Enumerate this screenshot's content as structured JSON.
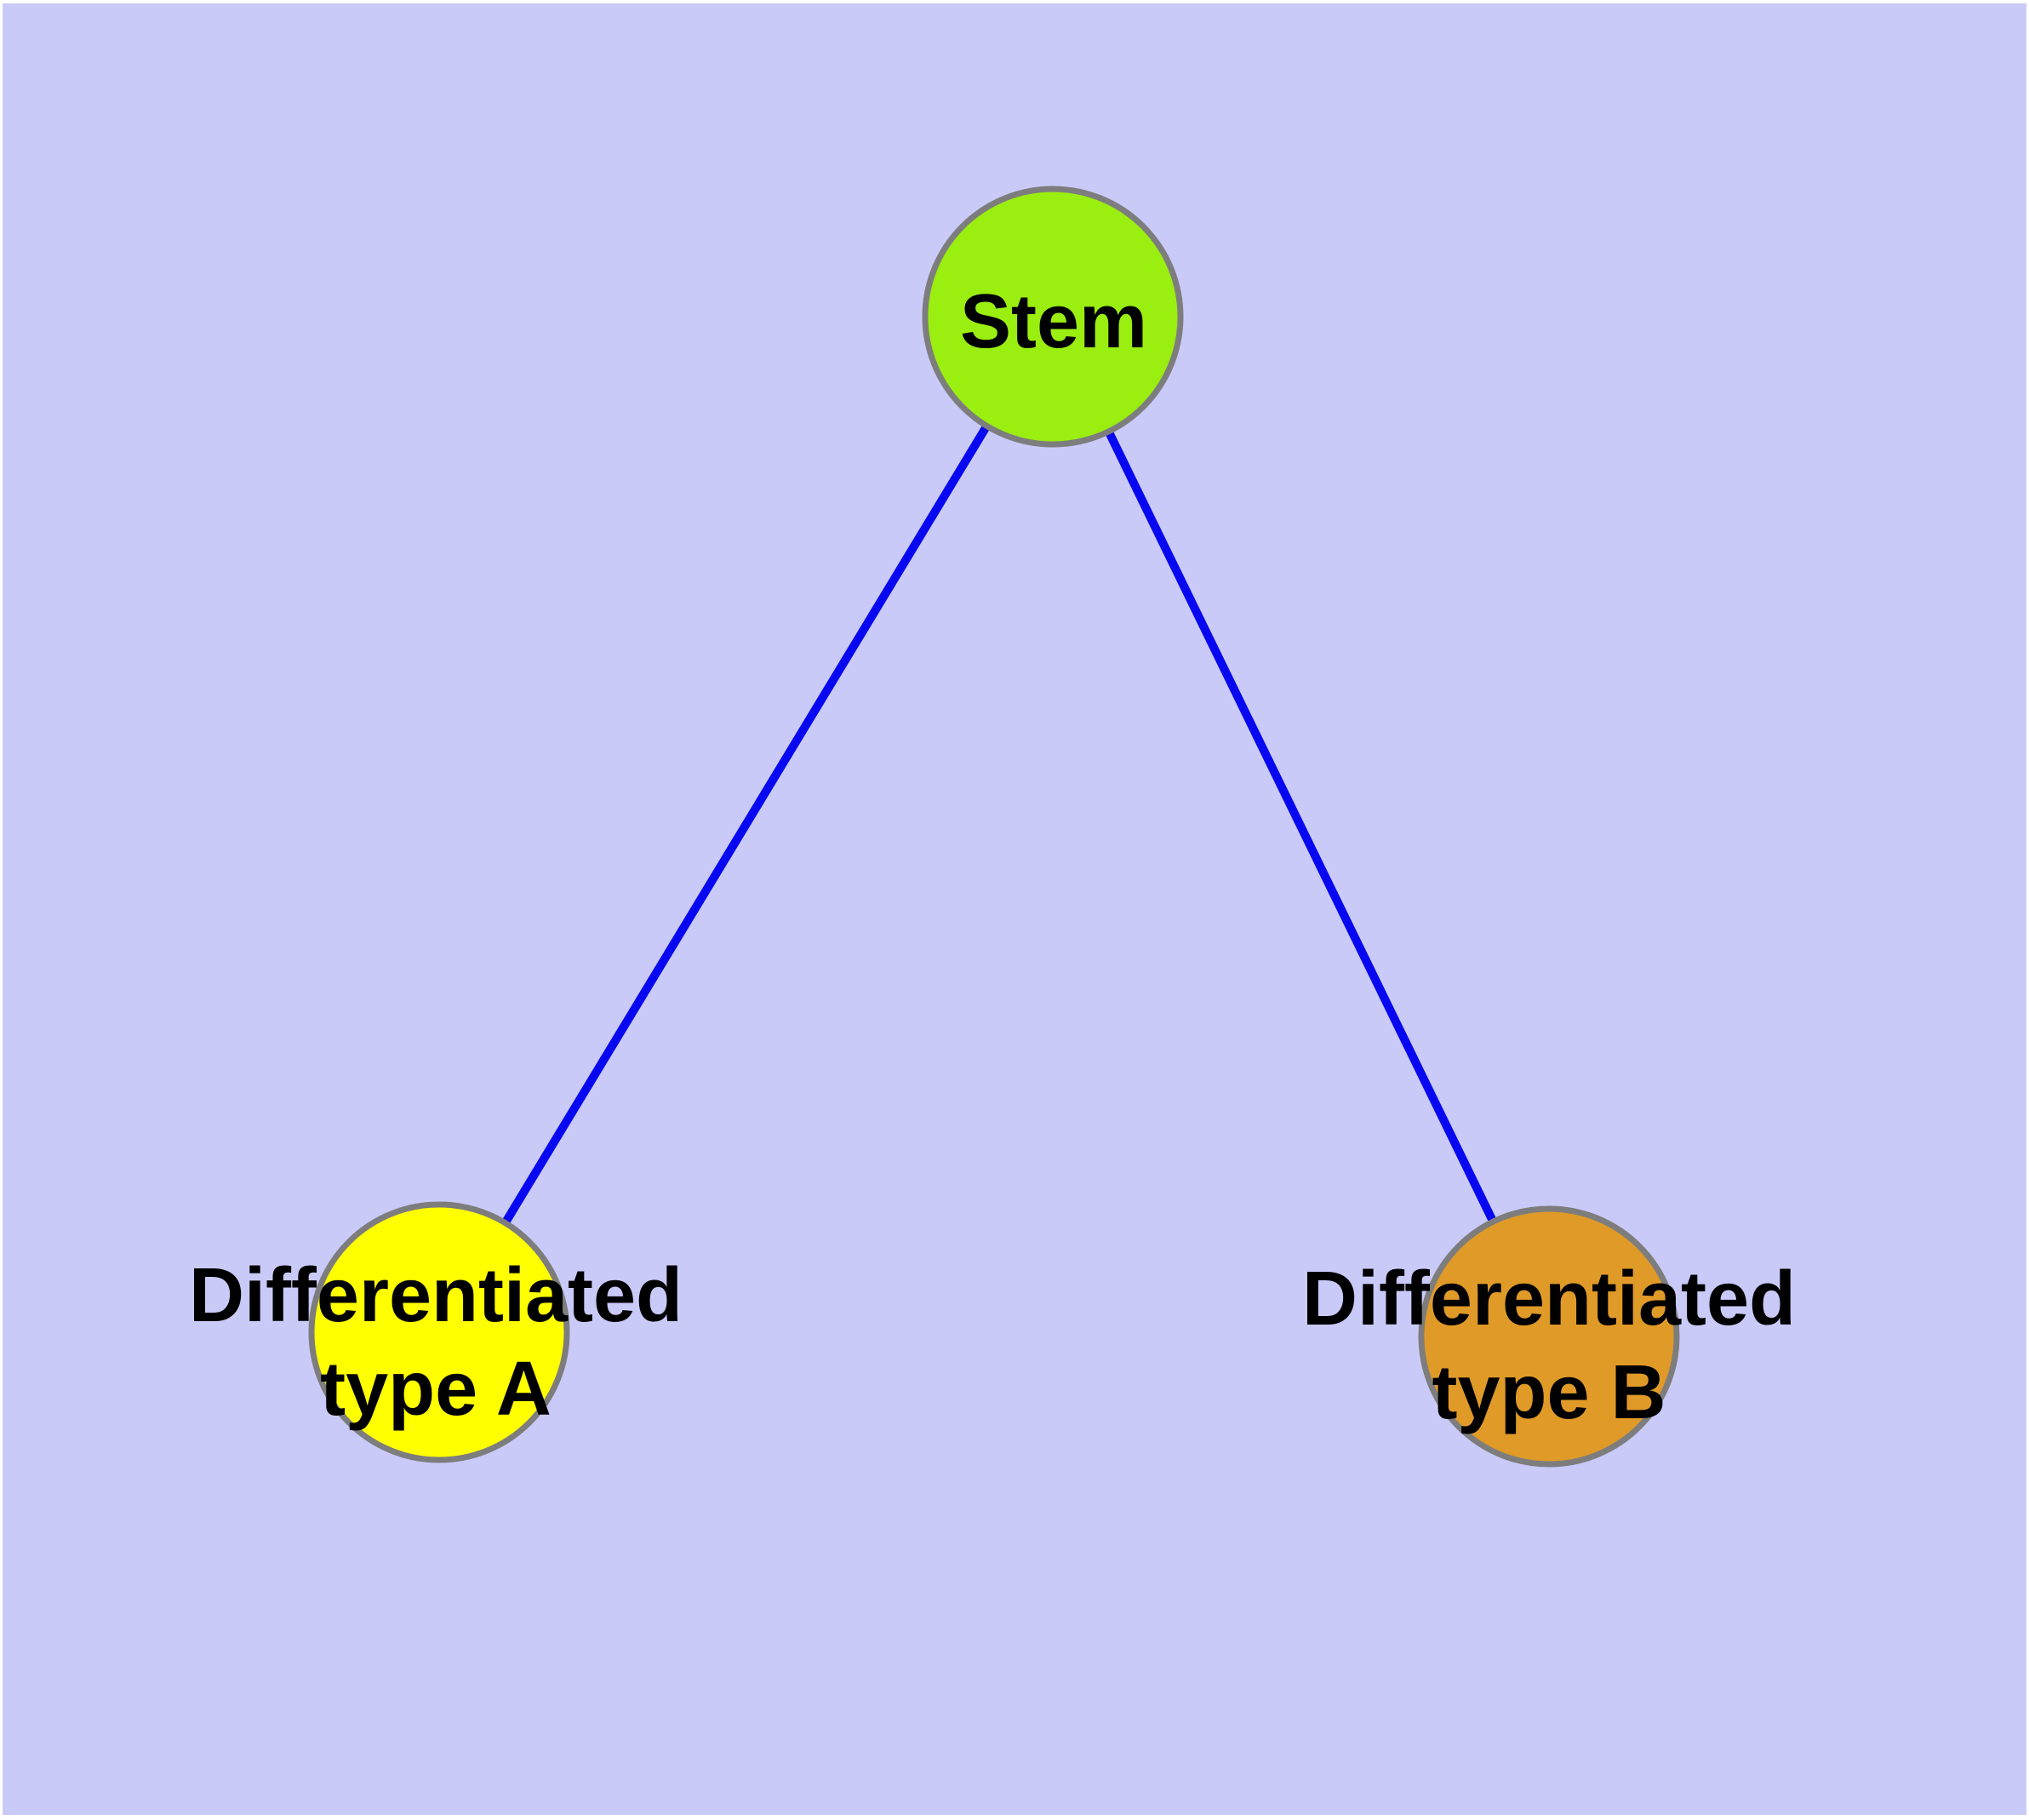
{
  "diagram": {
    "background_color": "#cacaf9",
    "frame_color": "#ffffff",
    "edge_color": "#0808f0",
    "node_border_color": "#7d7d7d",
    "label_color": "#000000",
    "nodes": [
      {
        "id": "stem",
        "label": "Stem",
        "fill": "#9aee10"
      },
      {
        "id": "differentiated-type-a",
        "label_line1": "Differentiated",
        "label_line2": "type A",
        "fill": "#ffff00"
      },
      {
        "id": "differentiated-type-b",
        "label_line1": "Differentiated",
        "label_line2": "type B",
        "fill": "#e09a28"
      }
    ],
    "edges": [
      {
        "from": "Stem",
        "to": "Differentiated type A"
      },
      {
        "from": "Stem",
        "to": "Differentiated type B"
      }
    ]
  }
}
